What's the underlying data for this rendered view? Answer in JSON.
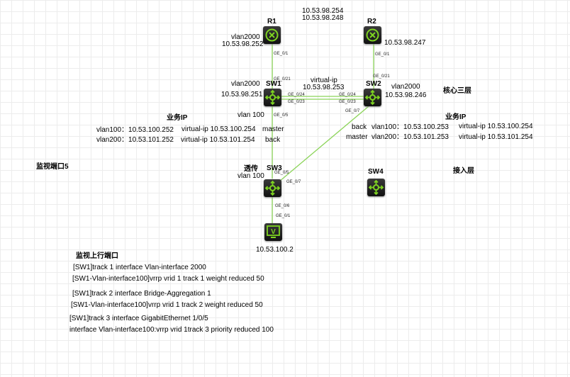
{
  "colors": {
    "link": "#8cd45a",
    "icon": "#7ed321"
  },
  "devices": {
    "r1": "R1",
    "r2": "R2",
    "sw1": "SW1",
    "sw2": "SW2",
    "sw3": "SW3",
    "sw4": "SW4"
  },
  "top_ips": [
    "10.53.98.254",
    "10.53.98.248"
  ],
  "r1": {
    "vlan": "vlan2000",
    "ip": "10.53.98.252"
  },
  "r2": {
    "ip": "10.53.98.247"
  },
  "sw1": {
    "vlan": "vlan2000",
    "ip": "10.53.98.251",
    "vlan100": "vlan 100"
  },
  "sw2": {
    "vlan": "vlan2000",
    "ip": "10.53.98.246"
  },
  "vip": {
    "label": "virtual-ip",
    "ip": "10.53.98.253"
  },
  "ports": {
    "r1_ge": "GE_0/1",
    "sw1_up": "GE_0/21",
    "r2_ge": "GE_0/1",
    "sw2_up": "GE_0/21",
    "sw1_24": "GE_0/24",
    "sw1_23": "GE_0/23",
    "sw2_24": "GE_0/24",
    "sw2_23": "GE_0/23",
    "sw1_5": "GE_0/5",
    "sw2_7": "GE_0/7",
    "sw3_5": "GE_0/5",
    "sw3_7": "GE_0/7",
    "sw3_6": "GE_0/6",
    "pc_1": "GE_0/1"
  },
  "layer_core": "核心三层",
  "layer_access": "接入层",
  "left_biz": {
    "title": "业务IP",
    "rows": [
      {
        "vlan": "vlan100：10.53.100.252",
        "vip": "virtual-ip 10.53.100.254",
        "role": "master"
      },
      {
        "vlan": "vlan200：10.53.101.252",
        "vip": "virtual-ip 10.53.101.254",
        "role": "back"
      }
    ]
  },
  "right_biz": {
    "title": "业务IP",
    "rows": [
      {
        "role": "back",
        "vlan": "vlan100：10.53.100.253",
        "vip": "virtual-ip 10.53.100.254"
      },
      {
        "role": "master",
        "vlan": "vlan200：10.53.101.253",
        "vip": "virtual-ip 10.53.101.254"
      }
    ]
  },
  "monitor_port": "监视端口5",
  "sw3": {
    "mode": "透传",
    "vlan": "vlan 100"
  },
  "pc": {
    "ip": "10.53.100.2",
    "glyph": "V"
  },
  "uplink": {
    "title": "监视上行端口",
    "lines": [
      "[SW1]track 1 interface Vlan-interface 2000",
      "[SW1-Vlan-interface100]vrrp vrid 1 track 1 weight reduced 50",
      "[SW1]track 2 interface Bridge-Aggregation 1",
      "[SW1-Vlan-interface100]vrrp vrid 1 track 2 weight reduced 50",
      "[SW1]track 3 interface GigabitEthernet 1/0/5",
      "interface Vlan-interface100:vrrp vrid 1track 3 priority reduced 100"
    ]
  }
}
